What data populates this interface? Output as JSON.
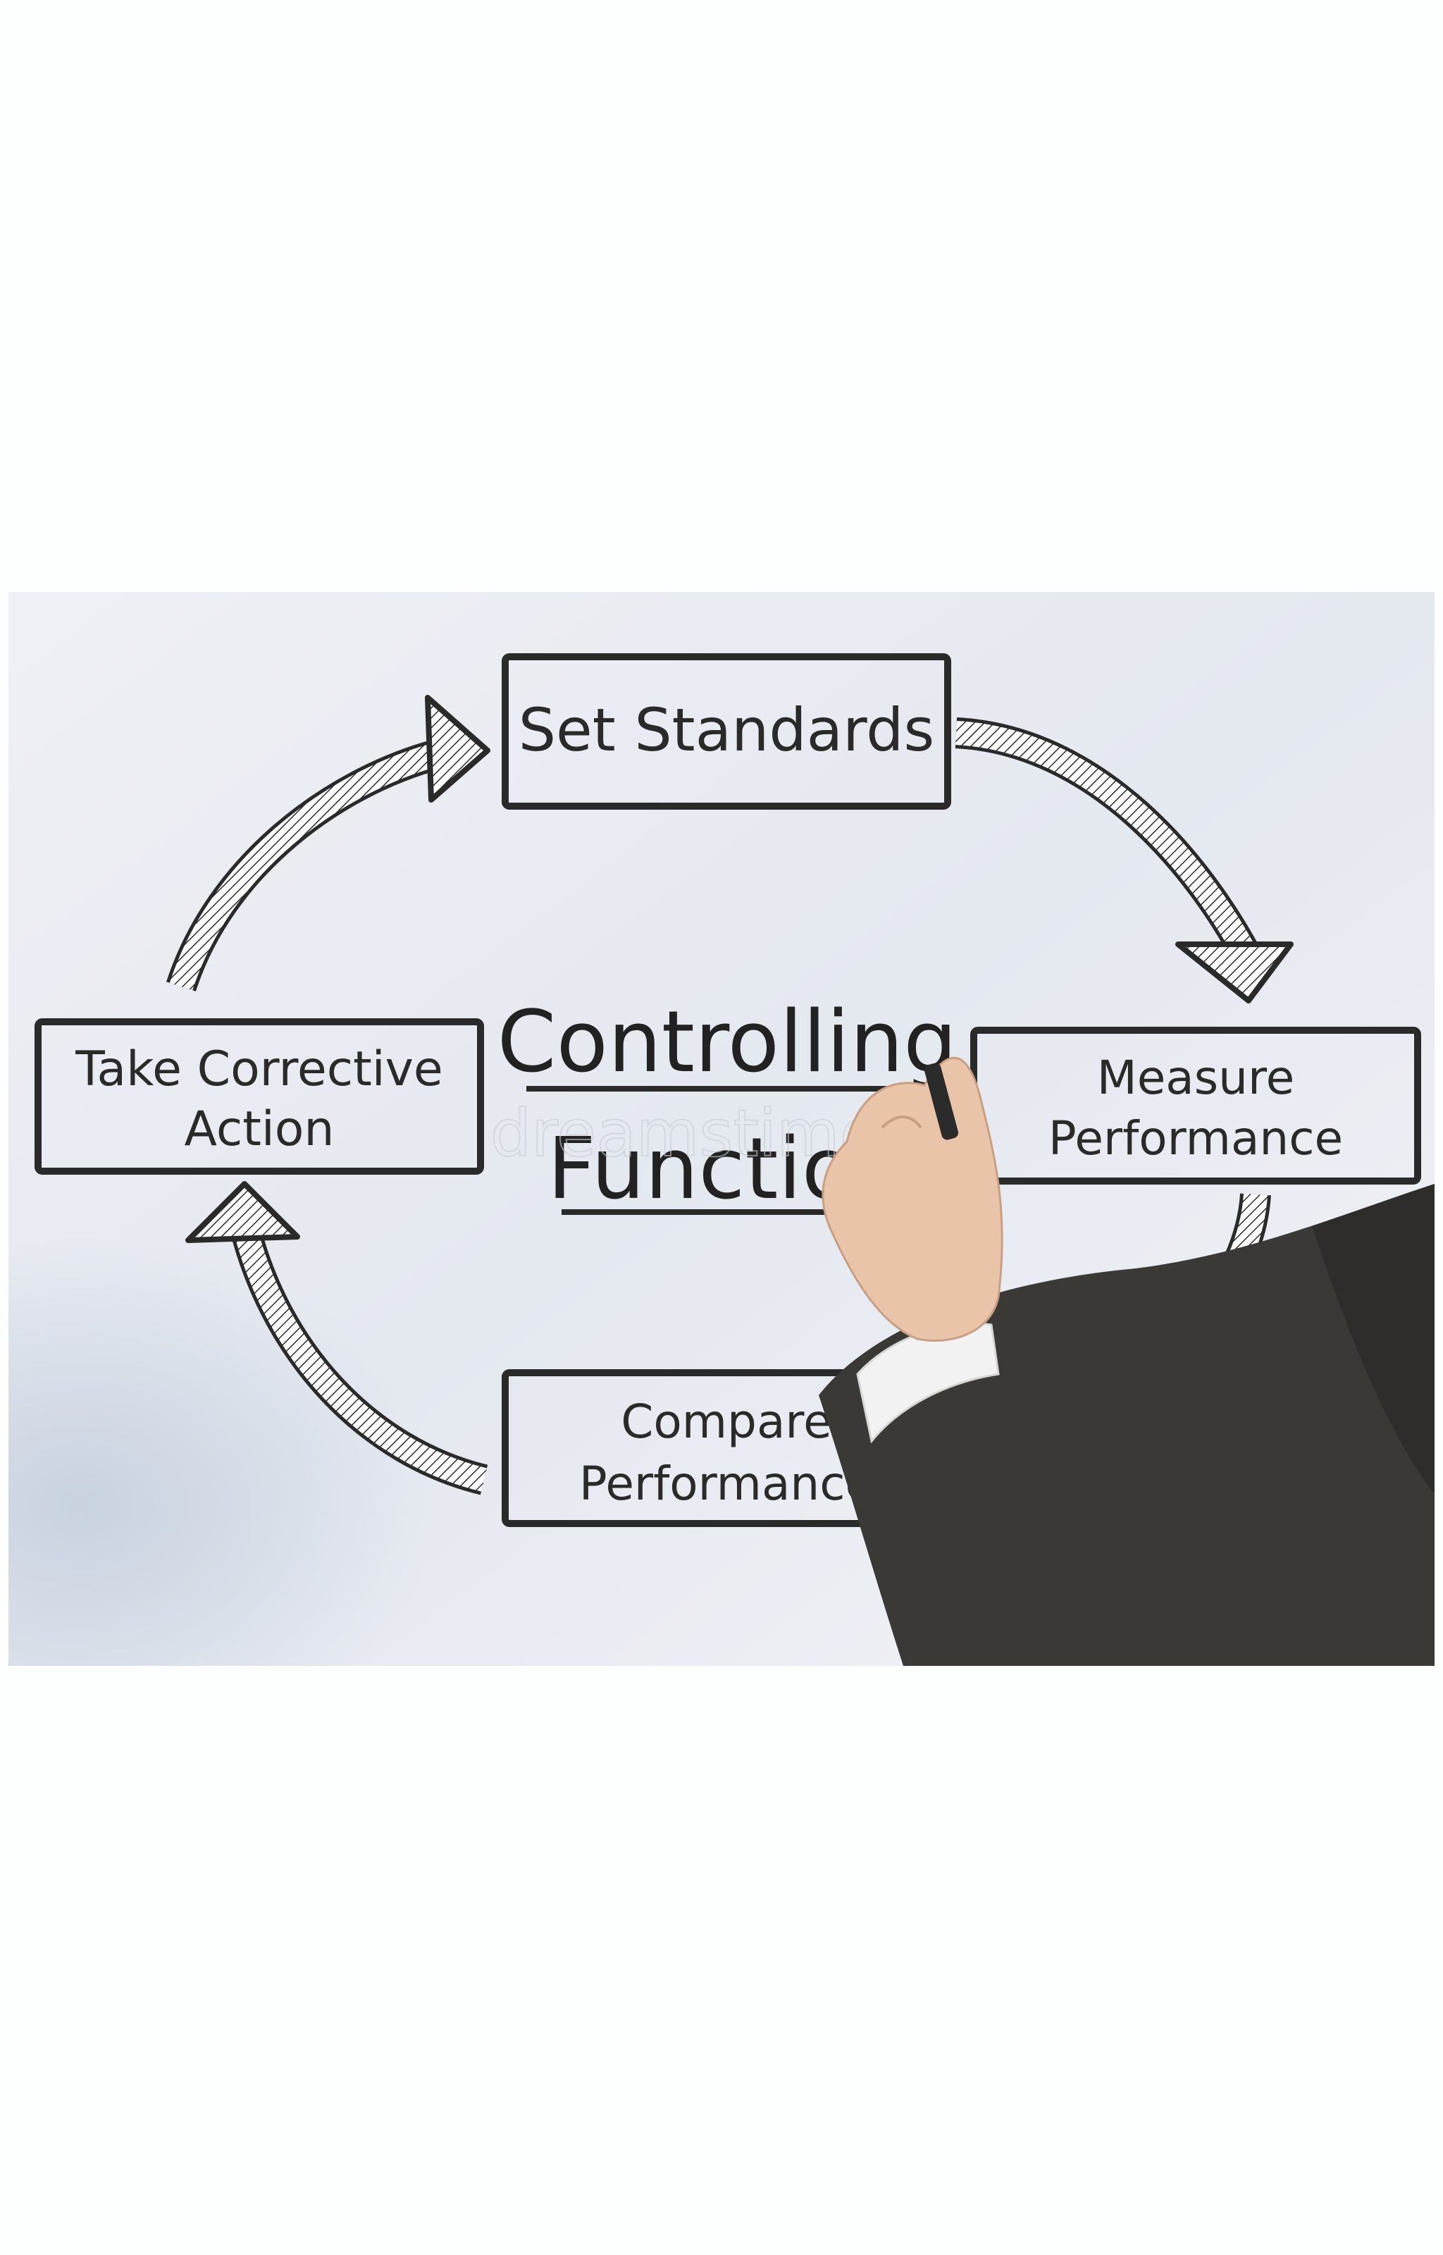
{
  "diagram": {
    "center_title": {
      "line1": "Controlling",
      "line2": "Function"
    },
    "steps": [
      {
        "id": "set-standards",
        "label_lines": [
          "Set Standards"
        ]
      },
      {
        "id": "measure-performance",
        "label_lines": [
          "Measure",
          "Performance"
        ]
      },
      {
        "id": "compare-performance",
        "label_lines": [
          "Compare",
          "Performance"
        ]
      },
      {
        "id": "take-corrective-action",
        "label_lines": [
          "Take Corrective",
          "Action"
        ]
      }
    ],
    "watermark": "dreamstime"
  },
  "colors": {
    "ink": "#2a2a2a",
    "background_light": "#e9edf3",
    "suit": "#3a3836",
    "skin": "#e8c3a8",
    "shirt": "#f3f3f3"
  }
}
